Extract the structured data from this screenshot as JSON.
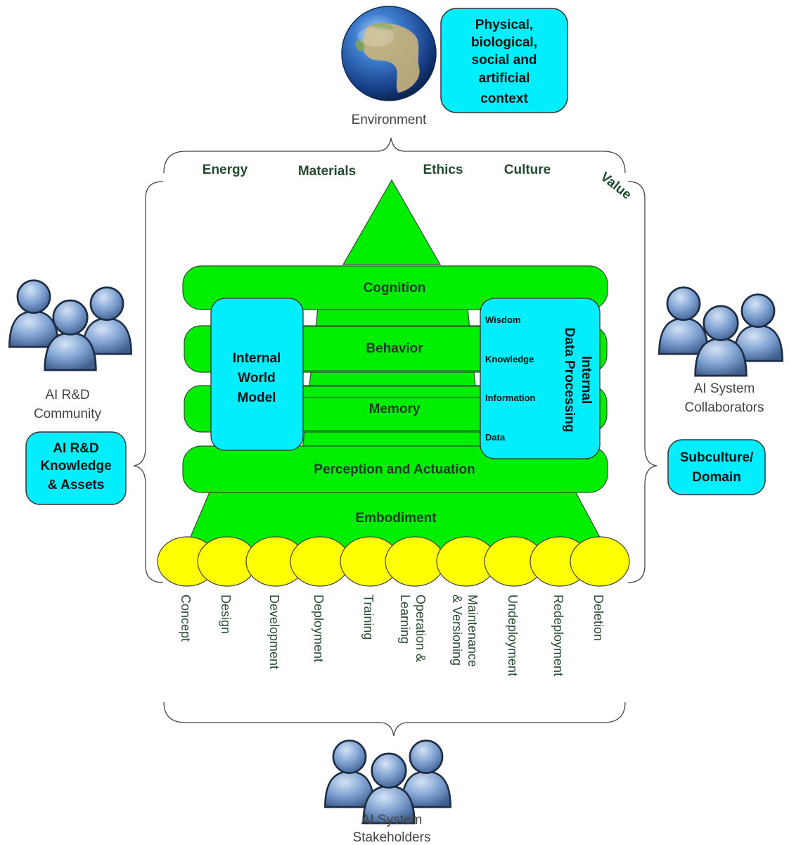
{
  "environment": {
    "label": "Environment",
    "context_box": [
      "Physical,",
      "biological,",
      "social and",
      "artificial",
      "context"
    ]
  },
  "context_factors": [
    "Energy",
    "Materials",
    "Ethics",
    "Culture",
    "Value"
  ],
  "core": {
    "cognition": "Cognition",
    "behavior": "Behavior",
    "memory": "Memory",
    "perception": "Perception and Actuation",
    "embodiment": "Embodiment",
    "world_model": [
      "Internal",
      "World",
      "Model"
    ],
    "data_processing": [
      "Internal",
      "Data Processing"
    ],
    "dikw": [
      "Wisdom",
      "Knowledge",
      "Information",
      "Data"
    ]
  },
  "left_group": {
    "label": [
      "AI R&D",
      "Community"
    ],
    "box": [
      "AI R&D",
      "Knowledge",
      "& Assets"
    ]
  },
  "right_group": {
    "label": [
      "AI System",
      "Collaborators"
    ],
    "box": [
      "Subculture/",
      "Domain"
    ]
  },
  "bottom_group": {
    "label": [
      "AI System",
      "Stakeholders"
    ]
  },
  "lifecycle": [
    [
      "Concept"
    ],
    [
      "Design"
    ],
    [
      "Development"
    ],
    [
      "Deployment"
    ],
    [
      "Training"
    ],
    [
      "Operation &",
      "Learning"
    ],
    [
      "Maintenance",
      "& Versioning"
    ],
    [
      "Undeployment"
    ],
    [
      "Redeployment"
    ],
    [
      "Deletion"
    ]
  ],
  "colors": {
    "green": "#00ee00",
    "cyan": "#00eeff",
    "yellow": "#ffff00",
    "person": "#6f94c6"
  }
}
